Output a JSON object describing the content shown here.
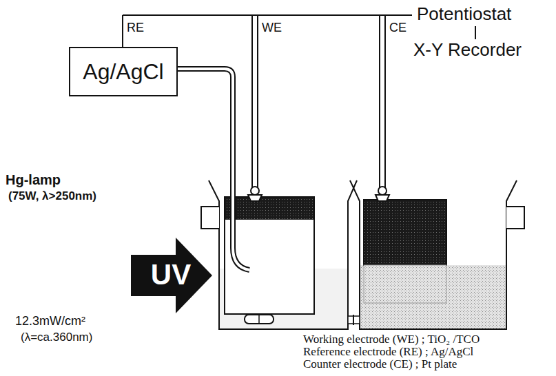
{
  "diagram": {
    "nodes": [
      {
        "text": [
          "Ag/AgCl"
        ]
      },
      {
        "text": [
          "UV"
        ]
      }
    ],
    "labels": [
      "Potentiostat",
      "X-Y Recorder",
      "RE",
      "WE",
      "CE",
      "Hg-lamp",
      "(75W, λ>250nm)",
      "12.3mW/cm²",
      "(λ=ca.360nm)",
      "Working electrode (WE) ; TiO₂ /TCO",
      "Reference electrode (RE) ; Ag/AgCl",
      "Counter electrode (CE) ; Pt plate"
    ]
  }
}
